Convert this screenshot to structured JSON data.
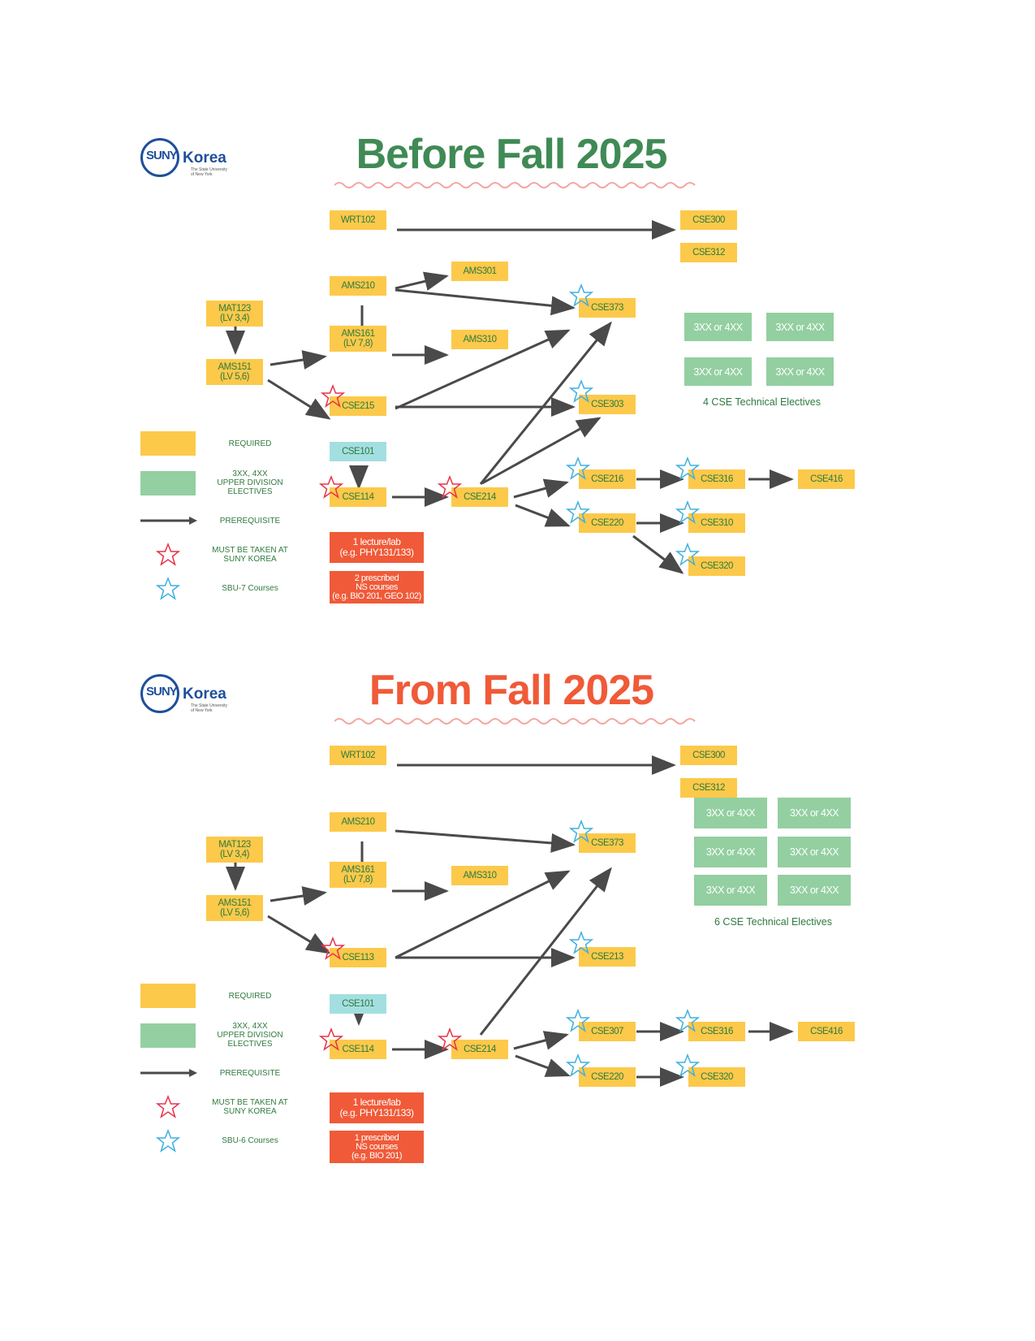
{
  "logo": {
    "suny": "SUNY",
    "korea": "Korea",
    "sub1": "The State University",
    "sub2": "of New York"
  },
  "before": {
    "title": "Before Fall 2025",
    "courses": {
      "wrt102": "WRT102",
      "cse300": "CSE300",
      "cse312": "CSE312",
      "ams210": "AMS210",
      "ams301": "AMS301",
      "mat123": "MAT123\n(LV 3,4)",
      "ams161": "AMS161\n(LV 7,8)",
      "ams310": "AMS310",
      "ams151": "AMS151\n(LV 5,6)",
      "cse373": "CSE373",
      "cse215": "CSE215",
      "cse303": "CSE303",
      "cse101": "CSE101",
      "cse114": "CSE114",
      "cse214": "CSE214",
      "cse216": "CSE216",
      "cse316": "CSE316",
      "cse416": "CSE416",
      "cse220": "CSE220",
      "cse310": "CSE310",
      "cse320": "CSE320"
    },
    "electives": [
      "3XX or 4XX",
      "3XX or 4XX",
      "3XX or 4XX",
      "3XX or 4XX"
    ],
    "electives_caption": "4 CSE Technical Electives",
    "extra_boxes": [
      "1 lecture/lab\n(e.g. PHY131/133)",
      "2 prescribed\nNS courses\n(e.g. BIO 201, GEO 102)"
    ],
    "legend": {
      "required": "REQUIRED",
      "electives": "3XX, 4XX\nUPPER DIVISION\nELECTIVES",
      "prerequisite": "PREREQUISITE",
      "must_korea": "MUST BE TAKEN AT\nSUNY KOREA",
      "sbu": "SBU-7 Courses"
    }
  },
  "after": {
    "title": "From Fall 2025",
    "courses": {
      "wrt102": "WRT102",
      "cse300": "CSE300",
      "cse312": "CSE312",
      "ams210": "AMS210",
      "mat123": "MAT123\n(LV 3,4)",
      "ams161": "AMS161\n(LV 7,8)",
      "ams310": "AMS310",
      "ams151": "AMS151\n(LV 5,6)",
      "cse373": "CSE373",
      "cse113": "CSE113",
      "cse213": "CSE213",
      "cse101": "CSE101",
      "cse114": "CSE114",
      "cse214": "CSE214",
      "cse307": "CSE307",
      "cse316": "CSE316",
      "cse416": "CSE416",
      "cse220": "CSE220",
      "cse320": "CSE320"
    },
    "electives": [
      "3XX or 4XX",
      "3XX or 4XX",
      "3XX or 4XX",
      "3XX or 4XX",
      "3XX or 4XX",
      "3XX or 4XX"
    ],
    "electives_caption": "6 CSE Technical Electives",
    "extra_boxes": [
      "1 lecture/lab\n(e.g. PHY131/133)",
      "1 prescribed\nNS courses\n(e.g. BIO 201)"
    ],
    "legend": {
      "required": "REQUIRED",
      "electives": "3XX, 4XX\nUPPER DIVISION\nELECTIVES",
      "prerequisite": "PREREQUISITE",
      "must_korea": "MUST BE TAKEN AT\nSUNY KOREA",
      "sbu": "SBU-6 Courses"
    }
  },
  "colors": {
    "required": "#fcc94a",
    "elective": "#93cfa1",
    "intro": "#a3dfe0",
    "science": "#f05a38",
    "arrow": "#4a4a4a",
    "korea_star": "#e8334a",
    "sbu_star": "#3fb0e0",
    "title_before": "#3f8a55",
    "title_after": "#f05a38",
    "wave": "#f4a6a0"
  }
}
